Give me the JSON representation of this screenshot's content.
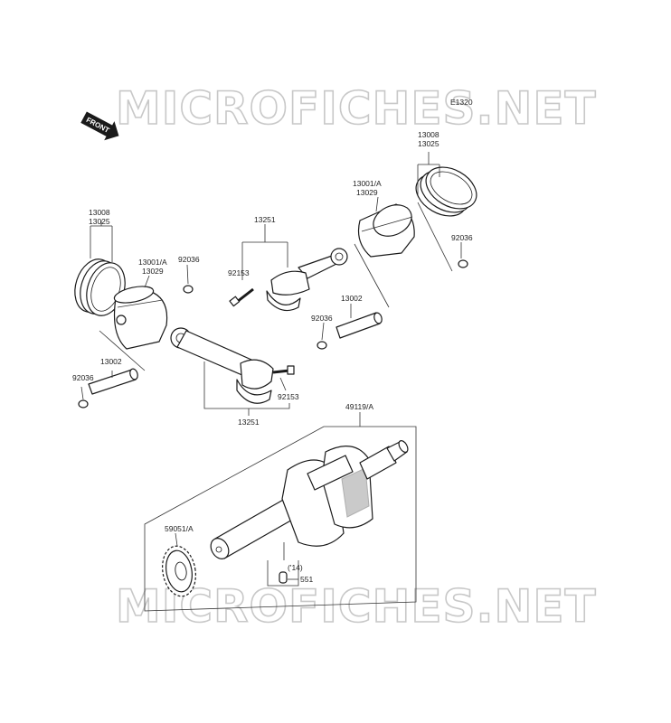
{
  "watermark": {
    "text": "MICROFICHES.NET"
  },
  "diagram_code": "E1320",
  "front_indicator": "FRONT",
  "callouts": {
    "rings_left_a": "13008",
    "rings_left_b": "13025",
    "piston_left_a": "13001/A",
    "piston_left_b": "13029",
    "clip_left_top": "92036",
    "clip_left_bottom": "92036",
    "pin_left": "13002",
    "rod_upper": "13251",
    "bolt_upper": "92153",
    "rod_lower": "13251",
    "bolt_lower": "92153",
    "rings_right_a": "13008",
    "rings_right_b": "13025",
    "piston_right_a": "13001/A",
    "piston_right_b": "13029",
    "clip_right_top": "92036",
    "pin_right": "13002",
    "clip_right_bottom": "92036",
    "crankshaft": "49119/A",
    "gear": "59051/A",
    "key_year": "('14)",
    "key": "551"
  }
}
